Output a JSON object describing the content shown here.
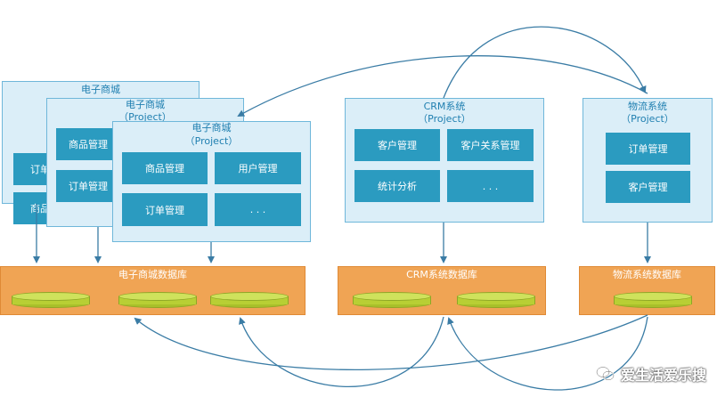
{
  "ecommerce": {
    "name": "电子商城",
    "project": "（Project）",
    "modules": [
      "商品管理",
      "用户管理",
      "订单管理",
      ". . ."
    ],
    "back_modules": [
      "商品管理",
      "订单管理"
    ],
    "rear_modules": [
      "商品",
      "订单"
    ],
    "database": "电子商城数据库"
  },
  "crm": {
    "name": "CRM系统",
    "project": "（Project）",
    "modules": [
      "客户管理",
      "客户关系管理",
      "统计分析",
      ". . ."
    ],
    "database": "CRM系统数据库"
  },
  "logistics": {
    "name": "物流系统",
    "project": "（Project）",
    "modules": [
      "订单管理",
      "客户管理"
    ],
    "database": "物流系统数据库"
  },
  "watermark": "爱生活爱乐搜",
  "colors": {
    "project_fill": "#dbeef8",
    "module_fill": "#2b9bc0",
    "database_fill": "#f0a454",
    "disk_fill": "#b8cf34",
    "arrow": "#3a7ca5"
  }
}
